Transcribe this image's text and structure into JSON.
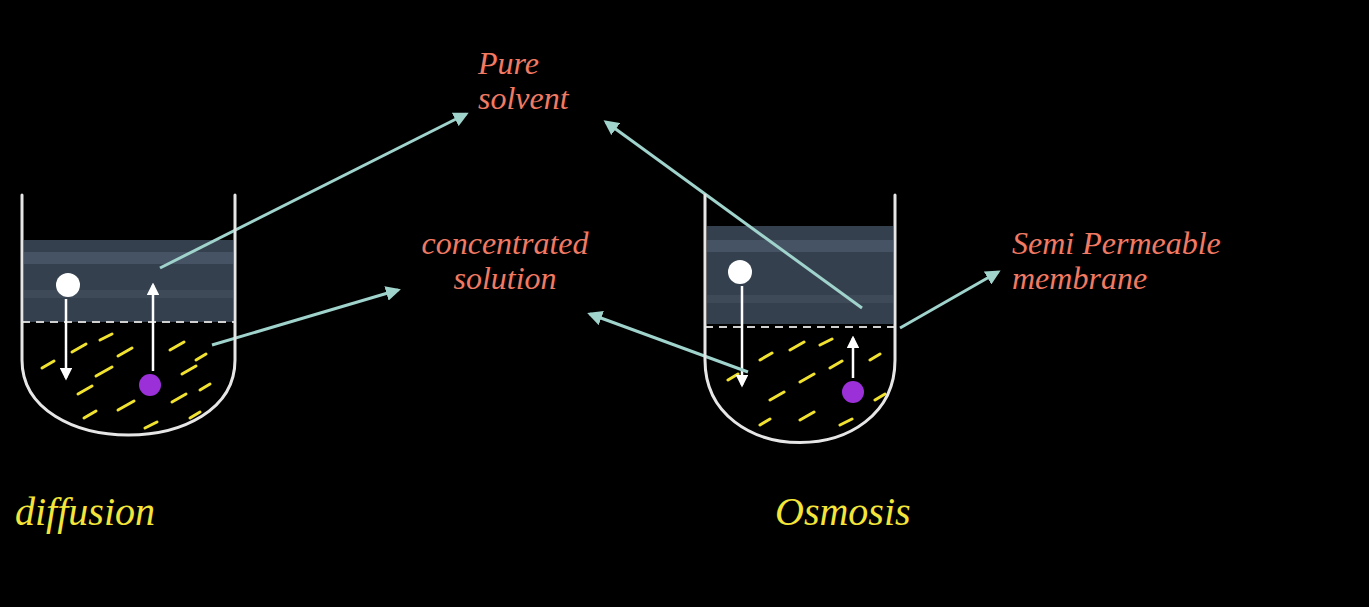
{
  "diagram": {
    "nodes": [
      {
        "text": [
          "diffusion"
        ]
      },
      {
        "text": [
          "Osmosis"
        ]
      }
    ],
    "labels": [
      "Pure solvent",
      "concentrated solution",
      "Semi Permeable membrane"
    ]
  }
}
